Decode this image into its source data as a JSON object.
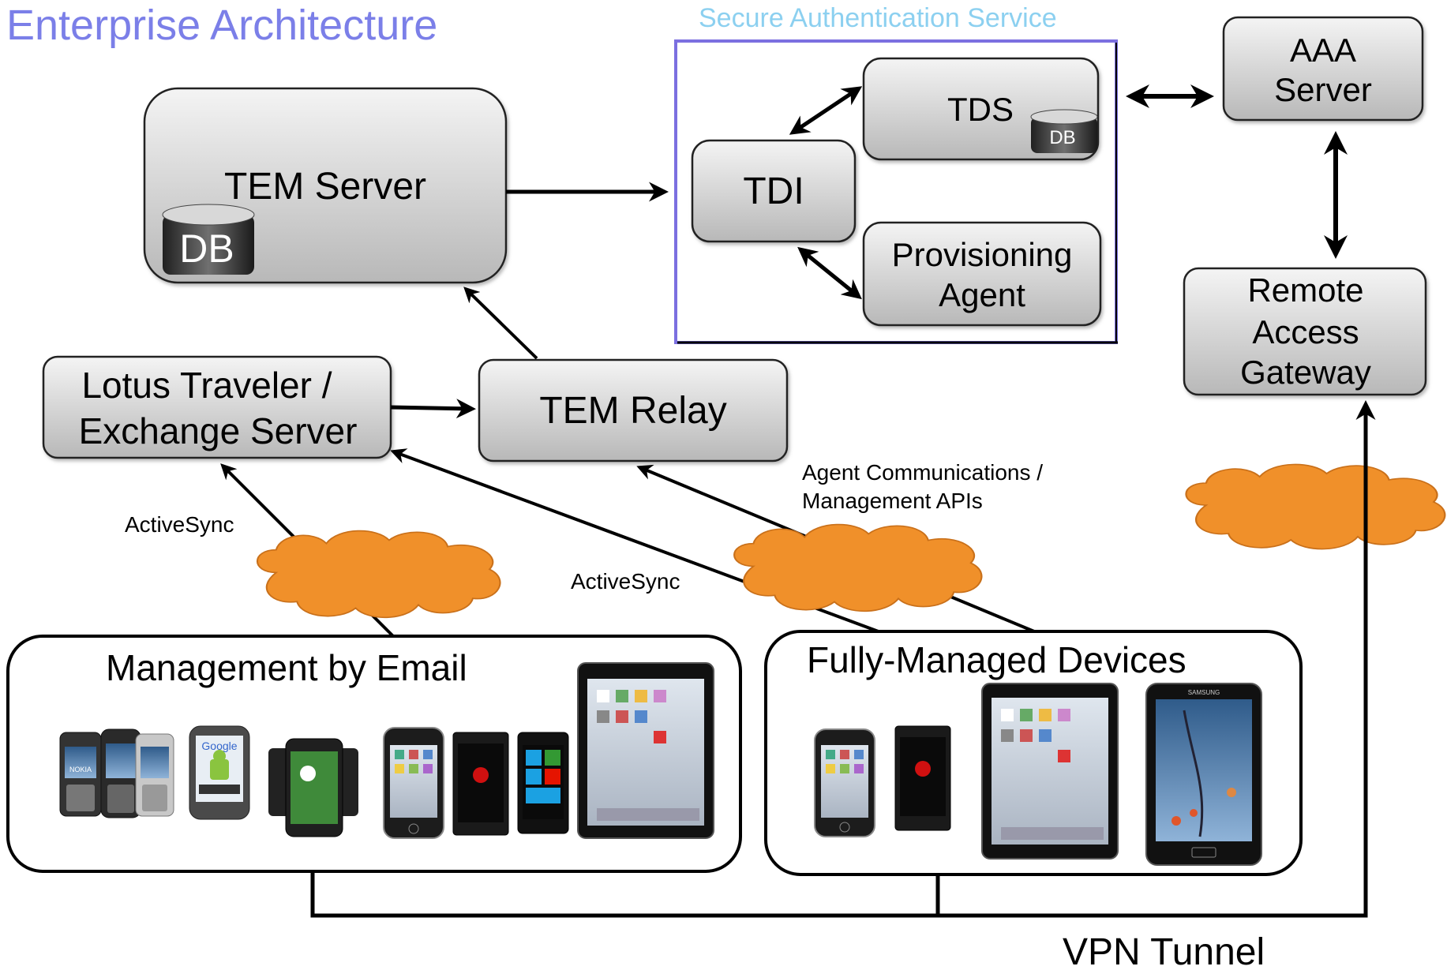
{
  "title": "Enterprise Architecture",
  "secure_auth": {
    "title": "Secure Authentication Service",
    "tds": "TDS",
    "tds_db": "DB",
    "tdi": "TDI",
    "provisioning": [
      "Provisioning",
      "Agent"
    ]
  },
  "aaa_server": [
    "AAA",
    "Server"
  ],
  "remote_gateway": [
    "Remote",
    "Access",
    "Gateway"
  ],
  "tem_server": {
    "label": "TEM Server",
    "db": "DB"
  },
  "lotus": [
    "Lotus Traveler /",
    "Exchange Server"
  ],
  "tem_relay": "TEM Relay",
  "connections": {
    "activesync_left": "ActiveSync",
    "activesync_mid": "ActiveSync",
    "agent_comm": [
      "Agent Communications /",
      "Management APIs"
    ]
  },
  "management_email": {
    "title": "Management by Email",
    "devices": [
      {
        "name": "nokia-phone",
        "label": "NOKIA"
      },
      {
        "name": "nokia-phone-2",
        "label": ""
      },
      {
        "name": "nokia-phone-3",
        "label": ""
      },
      {
        "name": "android-phone",
        "label": "Google"
      },
      {
        "name": "samsung-galaxy",
        "label": ""
      },
      {
        "name": "iphone",
        "label": ""
      },
      {
        "name": "droid-phone",
        "label": ""
      },
      {
        "name": "windows-phone",
        "label": ""
      },
      {
        "name": "ipad",
        "label": ""
      }
    ]
  },
  "fully_managed": {
    "title": "Fully-Managed Devices",
    "devices": [
      {
        "name": "iphone",
        "label": ""
      },
      {
        "name": "droid-phone",
        "label": ""
      },
      {
        "name": "ipad",
        "label": ""
      },
      {
        "name": "samsung-tablet",
        "label": "SAMSUNG"
      }
    ]
  },
  "vpn": "VPN Tunnel",
  "colors": {
    "title": "#7b7fe8",
    "secure_title": "#8cd0f0",
    "secure_border": "#7b6fe0",
    "cloud": "#f0902a",
    "box_top": "#f2f2f2",
    "box_bottom": "#bcbcbc"
  }
}
